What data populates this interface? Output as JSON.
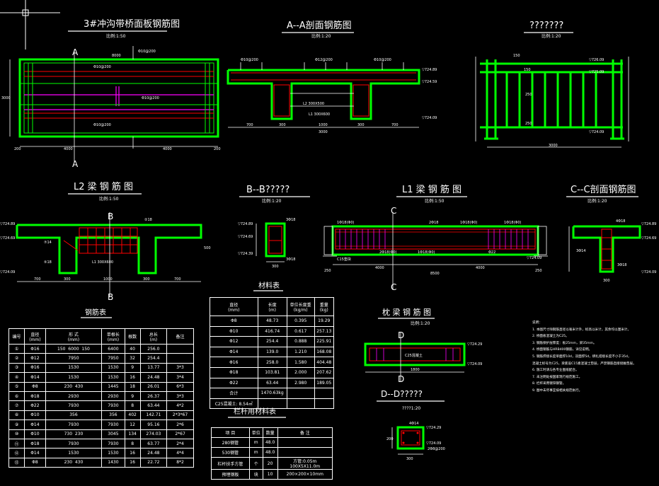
{
  "colors": {
    "background": "#000000",
    "outline": "#00ff00",
    "rebar": "#ff0000",
    "text": "#ffffff",
    "accent": "#ff00ff",
    "dim": "#ffff00",
    "title": "#ffffff"
  },
  "icons": {
    "ucs": "crosshair-icon"
  },
  "titles": {
    "panel": "3#冲沟带桥面板钢筋图",
    "aa": "A--A剖面钢筋图",
    "rail": "???????",
    "l2": "L2 梁 钢 筋 图",
    "bb": "B--B?????",
    "l1": "L1 梁 钢 筋 图",
    "cc": "C--C剖面钢筋图",
    "steel": "钢筋表",
    "material": "材料表",
    "end": "枕 梁 钢 筋 图",
    "dd": "D--D?????",
    "railmat": "栏杆用材料表"
  },
  "scales": {
    "s50": "比例:1:50",
    "s20": "比例:1:20",
    "dd": "????1:20"
  },
  "marks": {
    "A": "A",
    "B": "B",
    "C": "C",
    "D": "D"
  },
  "panel_labels": {
    "top1": "Φ10@200",
    "mid1": "Φ10@200",
    "mid2": "Φ10@200",
    "bot1": "Φ10@200",
    "w_total": "8000",
    "w1": "4000",
    "w2": "4000",
    "h_total": "3000",
    "edge": "200"
  },
  "aa_labels": {
    "r1": "Φ10@200",
    "r2": "Φ12@200",
    "r3": "Φ10@200",
    "e1": "▽724.89",
    "e2": "▽724.59",
    "e3": "▽724.09",
    "beam": "L2 300X500",
    "beam2": "L1 300X600",
    "d1": "700",
    "d2": "300",
    "d3": "1000",
    "d4": "300",
    "d5": "700",
    "d_total": "3000"
  },
  "rail_labels": {
    "e1": "▽726.09",
    "e2": "▽725.09",
    "e3": "▽724.09",
    "w": "3000",
    "n1": "150",
    "n2": "150",
    "n3": "250",
    "n4": "250"
  },
  "l2_labels": {
    "e1": "▽724.89",
    "e2": "▽724.69",
    "e3": "▽724.09",
    "beam": "L1 300X600",
    "d1": "700",
    "d2": "300",
    "d3": "1000",
    "d4": "300",
    "d5": "700",
    "h": "500",
    "r1": "②18",
    "r2": "⑦14",
    "r3": "⑤18"
  },
  "bb_labels": {
    "r1": "3Φ18",
    "r2": "3Φ18",
    "e1": "▽724.89",
    "e2": "▽724.69",
    "e3": "▽724.39",
    "w": "300"
  },
  "l1_labels": {
    "t1": "1Φ18(Φ0)",
    "t2": "2Φ18",
    "t3": "1Φ18(Φ0)",
    "t4": "1Φ18(Φ0)",
    "b1": "2Φ18(Φ0)",
    "b2": "1Φ18(Φ0)",
    "s1": "Φ22",
    "d1": "250",
    "d2": "4000",
    "d3": "4000",
    "d4": "250",
    "d_total": "8500",
    "e1": "▽724.09",
    "e2": "C15垫块"
  },
  "cc_labels": {
    "r1": "4Φ18",
    "r2": "3Φ14",
    "r3": "3Φ18",
    "e1": "▽724.89",
    "e2": "▽724.69",
    "e3": "▽724.09",
    "w": "300"
  },
  "end_labels": {
    "beam": "C25混凝土",
    "e1": "▽724.29",
    "e2": "▽724.09",
    "w": "1800"
  },
  "dd_labels": {
    "r1": "4Φ14",
    "r2": "2Φ8@200",
    "e1": "▽724.29",
    "e2": "▽724.09",
    "w": "300",
    "h": "200"
  },
  "steel_table": {
    "headers": [
      "编号",
      "直径\n(mm)",
      "形 式\n(mm)",
      "单根长\n(mm)",
      "根数",
      "总长\n(m)",
      "备注"
    ],
    "rows": [
      [
        "①",
        "Φ16",
        "150  6000  150",
        "6400",
        "40",
        "256.0",
        ""
      ],
      [
        "②",
        "Φ12",
        "7950",
        "7950",
        "32",
        "254.4",
        ""
      ],
      [
        "③",
        "Φ16",
        "1530",
        "1530",
        "9",
        "13.77",
        "3*3"
      ],
      [
        "④",
        "Φ14",
        "1530",
        "1530",
        "16",
        "24.48",
        "3*4"
      ],
      [
        "⑤",
        "Φ8",
        "230  430",
        "1445",
        "18",
        "26.01",
        "6*3"
      ],
      [
        "⑥",
        "Φ18",
        "2930",
        "2930",
        "9",
        "26.37",
        "3*3"
      ],
      [
        "⑦",
        "Φ22",
        "7930",
        "7930",
        "8",
        "63.44",
        "4*2"
      ],
      [
        "⑧",
        "Φ10",
        "356",
        "356",
        "402",
        "142.71",
        "2*3*67"
      ],
      [
        "⑨",
        "Φ14",
        "7930",
        "7930",
        "12",
        "95.16",
        "2*6"
      ],
      [
        "⑩",
        "Φ10",
        "730  230",
        "3045",
        "134",
        "274.03",
        "2*67"
      ],
      [
        "⑪",
        "Φ18",
        "7930",
        "7930",
        "8",
        "63.77",
        "2*4"
      ],
      [
        "⑫",
        "Φ14",
        "1530",
        "1530",
        "16",
        "24.48",
        "4*4"
      ],
      [
        "⑬",
        "Φ8",
        "230  430",
        "1430",
        "16",
        "22.72",
        "8*2"
      ]
    ]
  },
  "material_table": {
    "headers": [
      "直径\n(mm)",
      "长度\n(m)",
      "单位长度重\n(kg/m)",
      "重量\n(kg)"
    ],
    "rows": [
      [
        "Φ8",
        "48.73",
        "0.395",
        "19.29"
      ],
      [
        "Φ10",
        "416.74",
        "0.617",
        "257.13"
      ],
      [
        "Φ12",
        "254.4",
        "0.888",
        "225.91"
      ],
      [
        "Φ14",
        "139.0",
        "1.210",
        "168.08"
      ],
      [
        "Φ16",
        "258.0",
        "1.580",
        "404.48"
      ],
      [
        "Φ18",
        "103.81",
        "2.000",
        "207.62"
      ],
      [
        "Φ22",
        "63.44",
        "2.980",
        "189.05"
      ],
      [
        "合计",
        "1470.63kg",
        "",
        ""
      ],
      [
        "C25混凝土: 8.54㎡",
        "",
        "",
        ""
      ]
    ]
  },
  "rail_table": {
    "headers": [
      "项 目",
      "单位",
      "数量",
      "备 注"
    ],
    "rows": [
      [
        "280钢管",
        "m",
        "48.0",
        ""
      ],
      [
        "530钢管",
        "m",
        "48.0",
        ""
      ],
      [
        "栏杆扶手方管",
        "个",
        "20",
        "方管:0.05m\n100X5X11.0m"
      ],
      [
        "预埋钢板",
        "块",
        "10",
        "200×200×10mm"
      ]
    ]
  },
  "notes": [
    "说明：",
    "1. 本图尺寸除钢筋直径以毫米计外，标高以米计，其余均以厘米计。",
    "2. 桥面板混凝土为C25。",
    "3. 钢筋保护层厚度：板25mm，梁35mm。",
    "4. 桥面钢筋与HRB400钢筋，详见说明。",
    "5. 钢筋焊接长度单面焊10d，双面焊5d，绑扎搭接长度不小于35d，",
    "   混凝土标号为C25，梁底设C15素混凝土垫层，严禁钢筋直接接触垫层。",
    "6. 施工时请与各专业图纸配合。",
    "7. 未注明处按国家现行规范施工。",
    "8. 栏杆采用镀锌钢管。",
    "9. 图中未尽事宜按相关规范执行。"
  ]
}
